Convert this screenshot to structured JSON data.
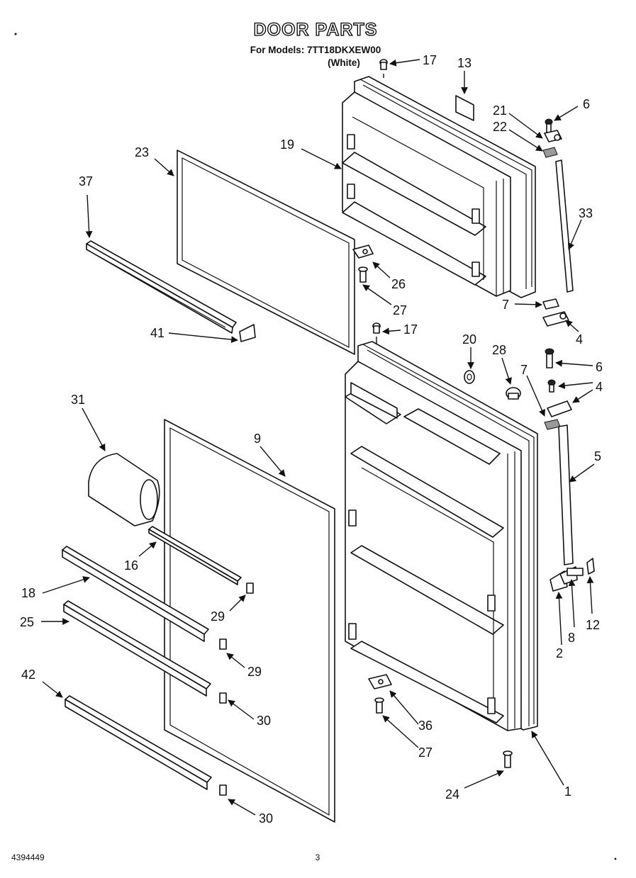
{
  "header": {
    "title": "DOOR PARTS",
    "models_line": "For Models: 7TT18DKXEW00",
    "color": "(White)"
  },
  "callouts": [
    "17",
    "13",
    "21",
    "6",
    "22",
    "23",
    "19",
    "37",
    "33",
    "26",
    "27",
    "7",
    "4",
    "41",
    "17",
    "20",
    "28",
    "6",
    "7",
    "4",
    "31",
    "9",
    "5",
    "16",
    "12",
    "18",
    "29",
    "8",
    "2",
    "25",
    "29",
    "42",
    "30",
    "36",
    "27",
    "24",
    "1",
    "30"
  ],
  "footer": {
    "doc_number": "4394449",
    "page_number": "3"
  }
}
